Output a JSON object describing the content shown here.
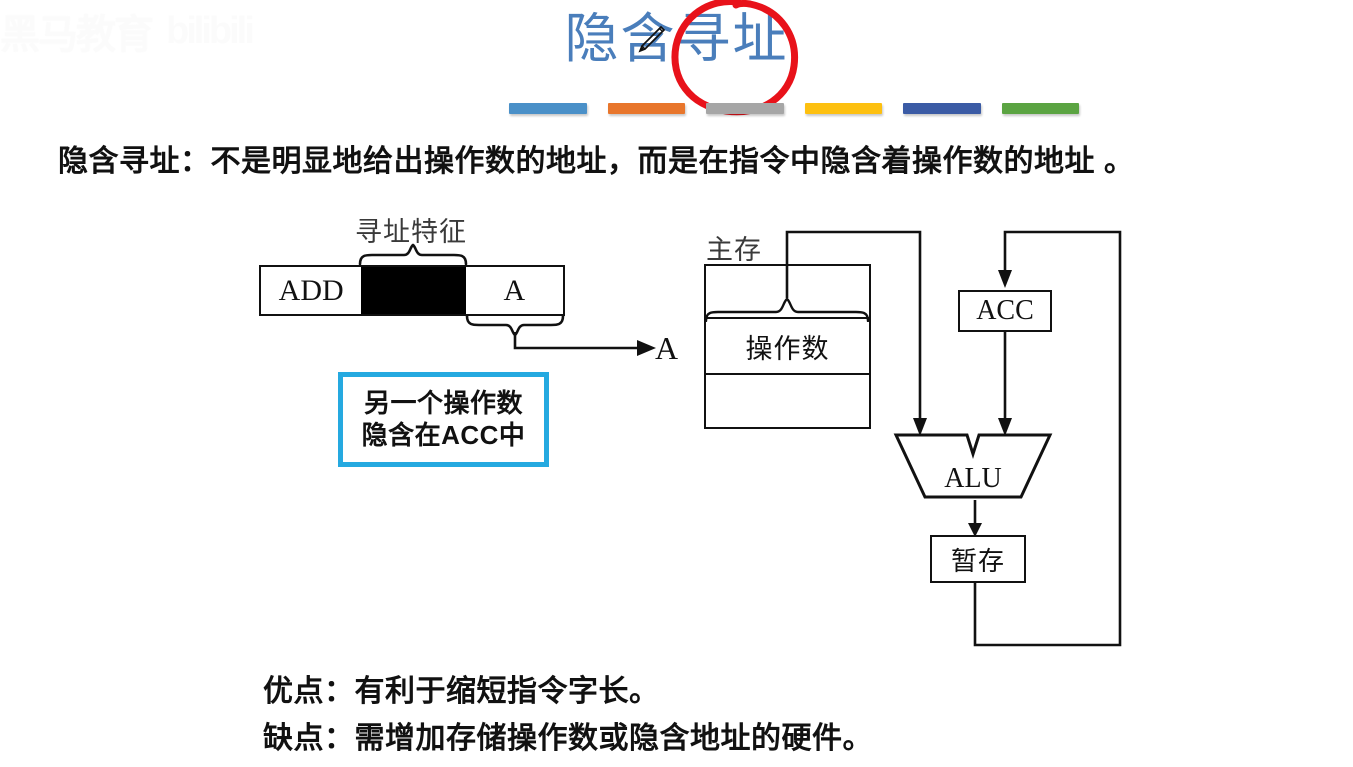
{
  "watermark": {
    "cn_text": "黑马教育",
    "brand_text": "bilibili"
  },
  "title": {
    "text": "隐含寻址",
    "color": "#4A7EBB",
    "annotation_color": "#E8121A",
    "pencil_icon": "pencil-icon",
    "circle_icon": "red-circle-annotation"
  },
  "color_bars": [
    {
      "name": "bar-blue",
      "color": "#4A90C8"
    },
    {
      "name": "bar-orange",
      "color": "#E8762C"
    },
    {
      "name": "bar-gray",
      "color": "#A6A6A6"
    },
    {
      "name": "bar-yellow",
      "color": "#FDC010"
    },
    {
      "name": "bar-darkblue",
      "color": "#3B5BA5"
    },
    {
      "name": "bar-green",
      "color": "#5BA442"
    }
  ],
  "lead": {
    "text": "隐含寻址：不是明显地给出操作数的地址，而是在指令中隐含着操作数的地址 。"
  },
  "instruction": {
    "caption": "寻址特征",
    "opcode": "ADD",
    "mode_field": "",
    "address_field": "A",
    "arrow_target": "A"
  },
  "note": {
    "line1": "另一个操作数",
    "line2": "隐含在ACC中",
    "border_color": "#25A9E0"
  },
  "datapath": {
    "memory_label": "主存",
    "memory_rows": [
      "",
      "操作数",
      ""
    ],
    "acc_label": "ACC",
    "alu_label": "ALU",
    "temp_label": "暂存"
  },
  "summary": {
    "pros": "优点：有利于缩短指令字长。",
    "cons": "缺点：需增加存储操作数或隐含地址的硬件。"
  }
}
